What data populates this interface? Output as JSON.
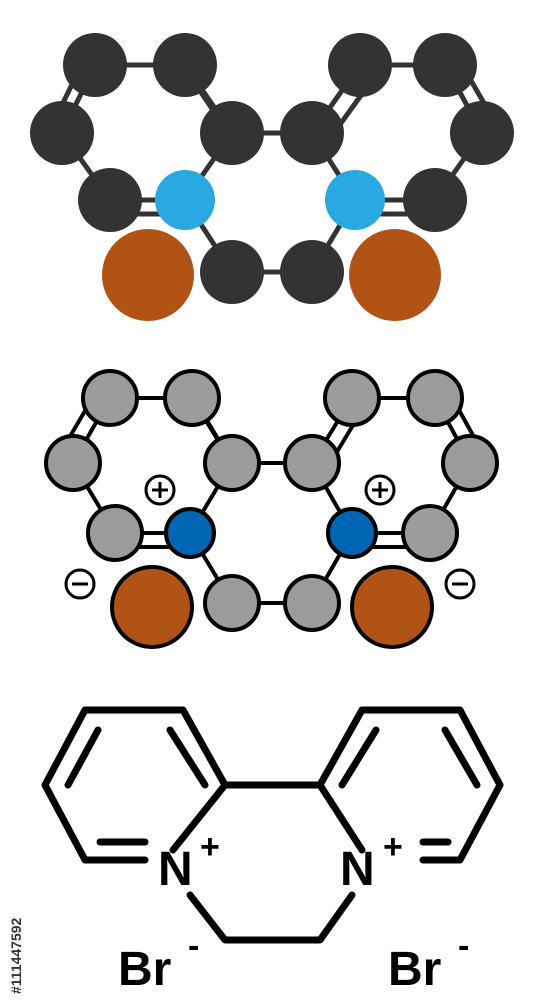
{
  "molecule": {
    "atoms_panel1": [
      {
        "element": "C"
      },
      {
        "element": "C"
      },
      {
        "element": "C"
      },
      {
        "element": "C"
      },
      {
        "element": "C"
      },
      {
        "element": "C"
      },
      {
        "element": "C"
      },
      {
        "element": "C"
      },
      {
        "element": "C"
      },
      {
        "element": "C"
      },
      {
        "element": "C"
      },
      {
        "element": "C"
      },
      {
        "element": "N"
      },
      {
        "element": "N"
      },
      {
        "element": "Br"
      },
      {
        "element": "Br"
      }
    ],
    "colors": {
      "carbon_dark": "#333333",
      "nitrogen_light": "#2aa8e2",
      "bromine": "#b25316",
      "carbon_grey": "#9b9b9b",
      "nitrogen_blue": "#0066b3",
      "bond": "#222222",
      "structure_line": "#000000"
    },
    "charges": {
      "plus": "+",
      "minus": "−"
    }
  },
  "structure": {
    "n_left": "N",
    "n_left_charge": "+",
    "n_right": "N",
    "n_right_charge": "+",
    "br_left": "Br",
    "br_left_charge": "-",
    "br_right": "Br",
    "br_right_charge": "-"
  },
  "stock": {
    "id": "#111447592",
    "watermark_icon": "stock-watermark-icon"
  }
}
